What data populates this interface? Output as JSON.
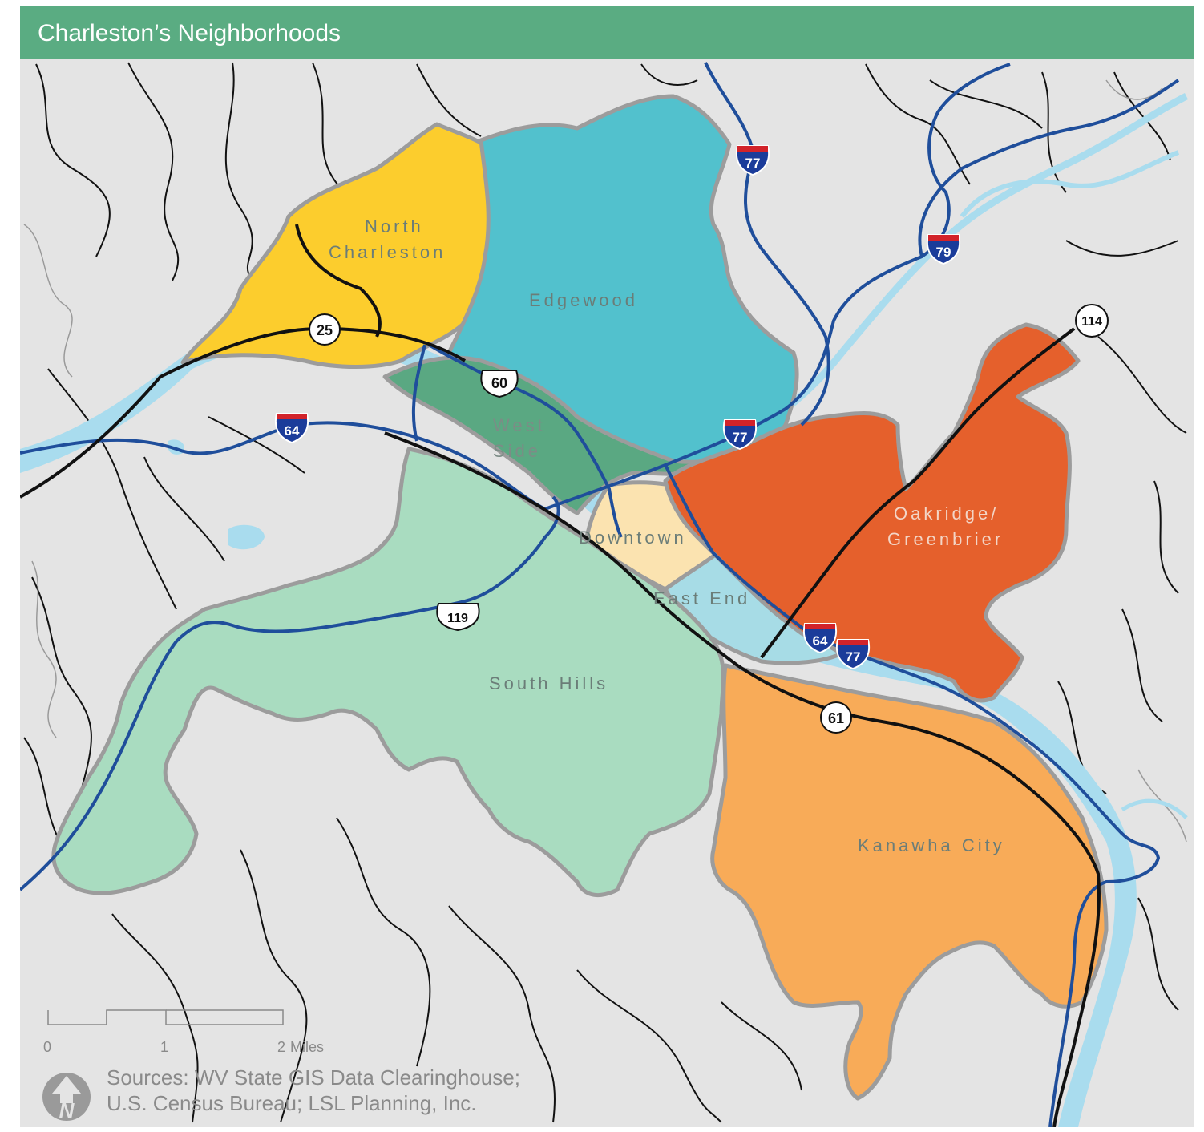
{
  "title": "Charleston’s Neighborhoods",
  "colors": {
    "title_bar": "#5aac82",
    "background": "#e4e4e4",
    "river": "#a9dcee",
    "interstate": "#1f4e9b",
    "local_road": "#111111",
    "north_charleston": "#fccd2d",
    "edgewood": "#52c1cd",
    "west_side": "#5aa882",
    "downtown": "#fbe3b0",
    "east_end": "#a7dce6",
    "oakridge_greenbrier": "#e5602c",
    "south_hills": "#a9dcc0",
    "kanawha_city": "#f8ab58"
  },
  "neighborhoods": {
    "north_charleston": [
      "North",
      "Charleston"
    ],
    "edgewood": "Edgewood",
    "west_side": [
      "West",
      "Side"
    ],
    "downtown": "Downtown",
    "east_end": "East End",
    "oakridge_greenbrier": [
      "Oakridge/",
      "Greenbrier"
    ],
    "south_hills": "South Hills",
    "kanawha_city": "Kanawha City"
  },
  "route_shields": {
    "state": [
      "25",
      "114",
      "61"
    ],
    "us": [
      "60",
      "119"
    ],
    "interstate": [
      "77",
      "79",
      "64",
      "77",
      "64",
      "77"
    ]
  },
  "scale_bar": {
    "ticks": [
      "0",
      "1",
      "2"
    ],
    "unit": "Miles"
  },
  "sources": {
    "line1": "Sources: WV State GIS Data Clearinghouse;",
    "line2": "U.S. Census Bureau; LSL Planning, Inc."
  },
  "north_arrow_icon": "north-arrow-icon"
}
